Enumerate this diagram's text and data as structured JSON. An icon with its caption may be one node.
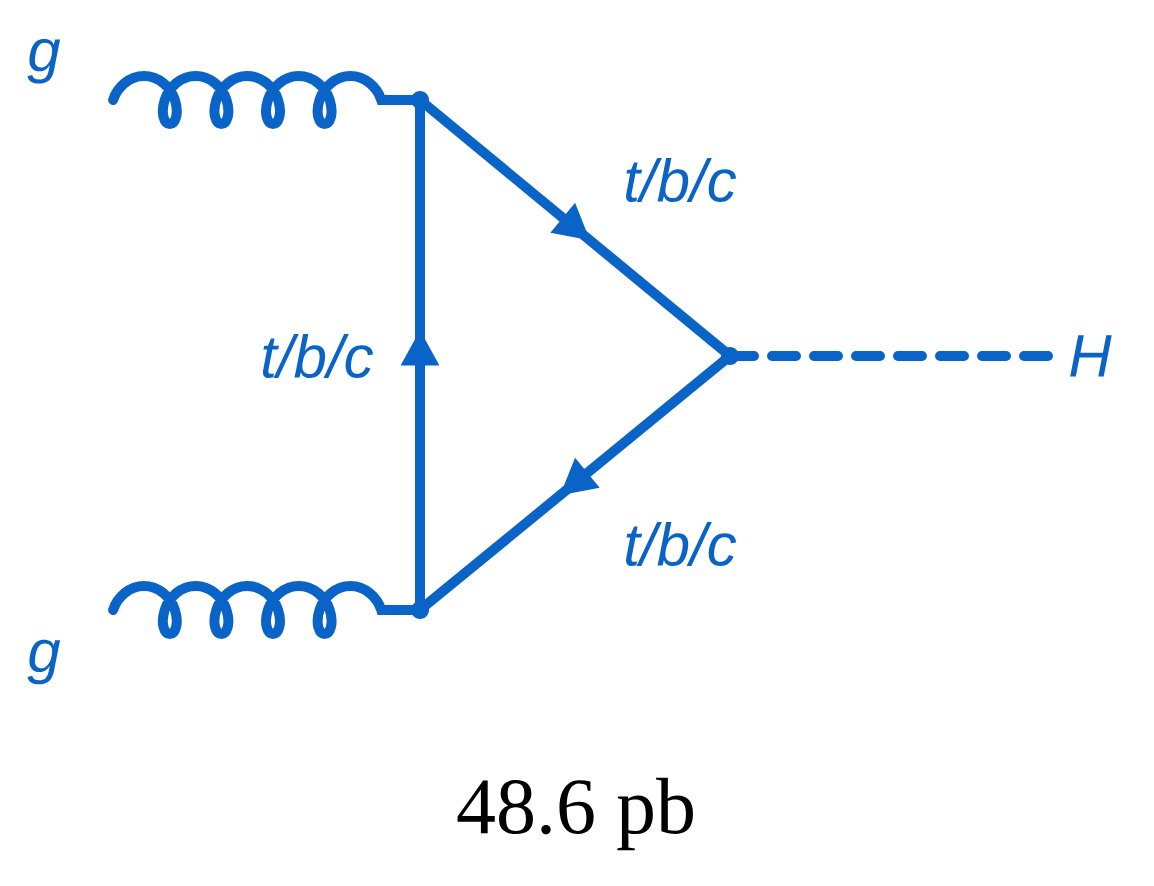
{
  "diagram": {
    "caption": "48.6 pb",
    "nodes": [
      {
        "text": [
          "g"
        ]
      },
      {
        "text": [
          "g"
        ]
      },
      {
        "text": [
          "H"
        ]
      },
      {
        "text": [],
        "shape": "point"
      },
      {
        "text": [],
        "shape": "point"
      },
      {
        "text": [],
        "shape": "point"
      }
    ],
    "edges": [
      {
        "from": 0,
        "to": 3,
        "arrow": "none"
      },
      {
        "from": 1,
        "to": 4,
        "arrow": "none"
      },
      {
        "from": 4,
        "to": 3,
        "arrow": "to",
        "label": "t/b/c"
      },
      {
        "from": 3,
        "to": 5,
        "arrow": "to",
        "label": "t/b/c"
      },
      {
        "from": 5,
        "to": 4,
        "arrow": "to",
        "label": "t/b/c"
      },
      {
        "from": 5,
        "to": 2,
        "arrow": "none",
        "style": "dashed"
      }
    ]
  }
}
